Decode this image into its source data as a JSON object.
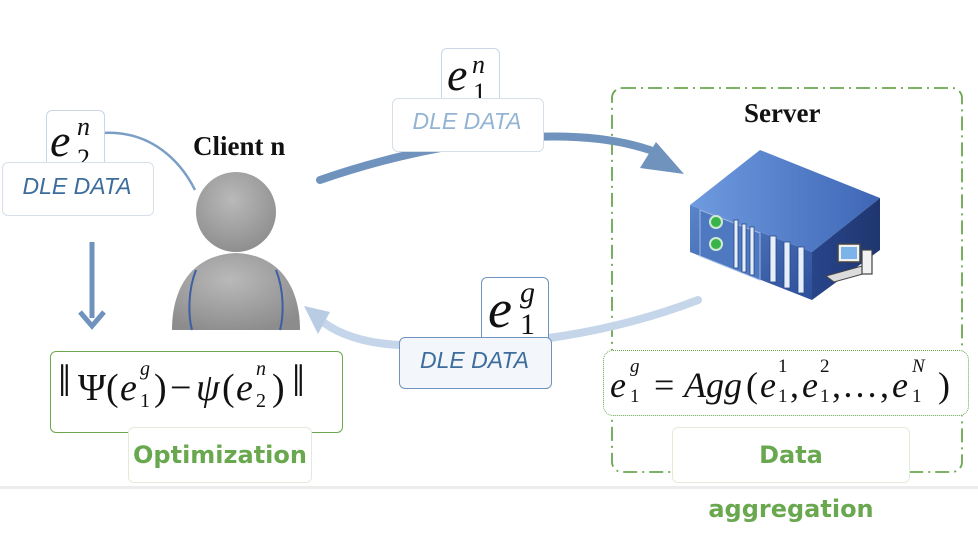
{
  "client": {
    "title": "Client n",
    "local_symbol": {
      "base": "e",
      "sup": "n",
      "sub": "2"
    },
    "local_label": "DLE DATA",
    "optimization_formula": {
      "Psi": "Ψ",
      "psi": "ψ",
      "minus": "−",
      "left_arg": {
        "base": "e",
        "sup": "g",
        "sub": "1"
      },
      "right_arg": {
        "base": "e",
        "sup": "n",
        "sub": "2"
      }
    },
    "optimization_label": "Optimization"
  },
  "upload": {
    "symbol": {
      "base": "e",
      "sup": "n",
      "sub": "1"
    },
    "label": "DLE DATA"
  },
  "download": {
    "symbol": {
      "base": "e",
      "sup": "g",
      "sub": "1"
    },
    "label": "DLE DATA"
  },
  "server": {
    "title": "Server",
    "aggregation_formula": {
      "lhs": {
        "base": "e",
        "sup": "g",
        "sub": "1"
      },
      "func": "Agg",
      "args": [
        {
          "base": "e",
          "sup": "1",
          "sub": "1"
        },
        {
          "base": "e",
          "sup": "2",
          "sub": "1"
        },
        {
          "ellipsis": "…"
        },
        {
          "base": "e",
          "sup": "N",
          "sub": "1"
        }
      ]
    },
    "aggregation_label": "Data aggregation"
  },
  "colors": {
    "arrow_dark": "#6f93bd",
    "arrow_light": "#b8cce4",
    "green": "#6aa84f",
    "label_blue": "#3d6d9c",
    "label_light_blue": "#93b4d4"
  }
}
